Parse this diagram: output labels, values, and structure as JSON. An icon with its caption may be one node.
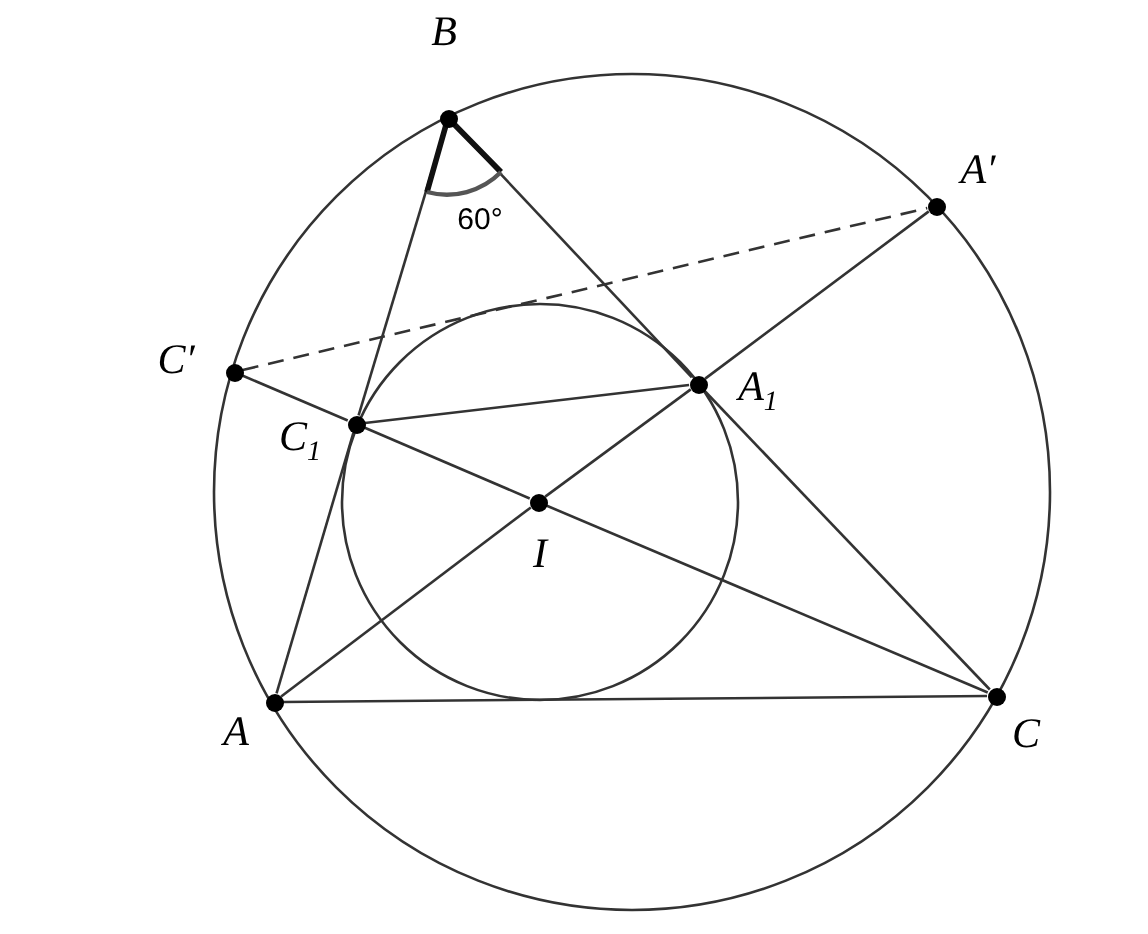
{
  "diagram": {
    "nodes": [
      {
        "text": [],
        "shape": "circle",
        "beside": [
          "B"
        ]
      },
      {
        "text": [],
        "shape": "circle",
        "beside": [
          "A′"
        ]
      },
      {
        "text": [],
        "shape": "circle",
        "beside": [
          "C′"
        ]
      },
      {
        "text": [],
        "shape": "circle",
        "beside": [
          "A$_{1}$"
        ]
      },
      {
        "text": [],
        "shape": "circle",
        "beside": [
          "C$_{1}$"
        ]
      },
      {
        "text": [],
        "shape": "circle",
        "beside": [
          "I"
        ]
      },
      {
        "text": [],
        "shape": "circle",
        "beside": [
          "A"
        ]
      },
      {
        "text": [],
        "shape": "circle",
        "beside": [
          "C"
        ]
      }
    ],
    "edges": [
      {
        "from": 0,
        "to": 4,
        "arrow": "none"
      },
      {
        "from": 4,
        "to": 6,
        "arrow": "none"
      },
      {
        "from": 0,
        "to": 3,
        "arrow": "none"
      },
      {
        "from": 3,
        "to": 7,
        "arrow": "none"
      },
      {
        "from": 6,
        "to": 7,
        "arrow": "none"
      },
      {
        "from": 6,
        "to": 5,
        "arrow": "none"
      },
      {
        "from": 5,
        "to": 3,
        "arrow": "none"
      },
      {
        "from": 3,
        "to": 1,
        "arrow": "none"
      },
      {
        "from": 7,
        "to": 5,
        "arrow": "none"
      },
      {
        "from": 5,
        "to": 4,
        "arrow": "none"
      },
      {
        "from": 4,
        "to": 2,
        "arrow": "none"
      },
      {
        "from": 4,
        "to": 3,
        "arrow": "none"
      },
      {
        "from": 2,
        "to": 1,
        "arrow": "none",
        "style": "dashed"
      }
    ],
    "labels": [
      "60°"
    ]
  }
}
